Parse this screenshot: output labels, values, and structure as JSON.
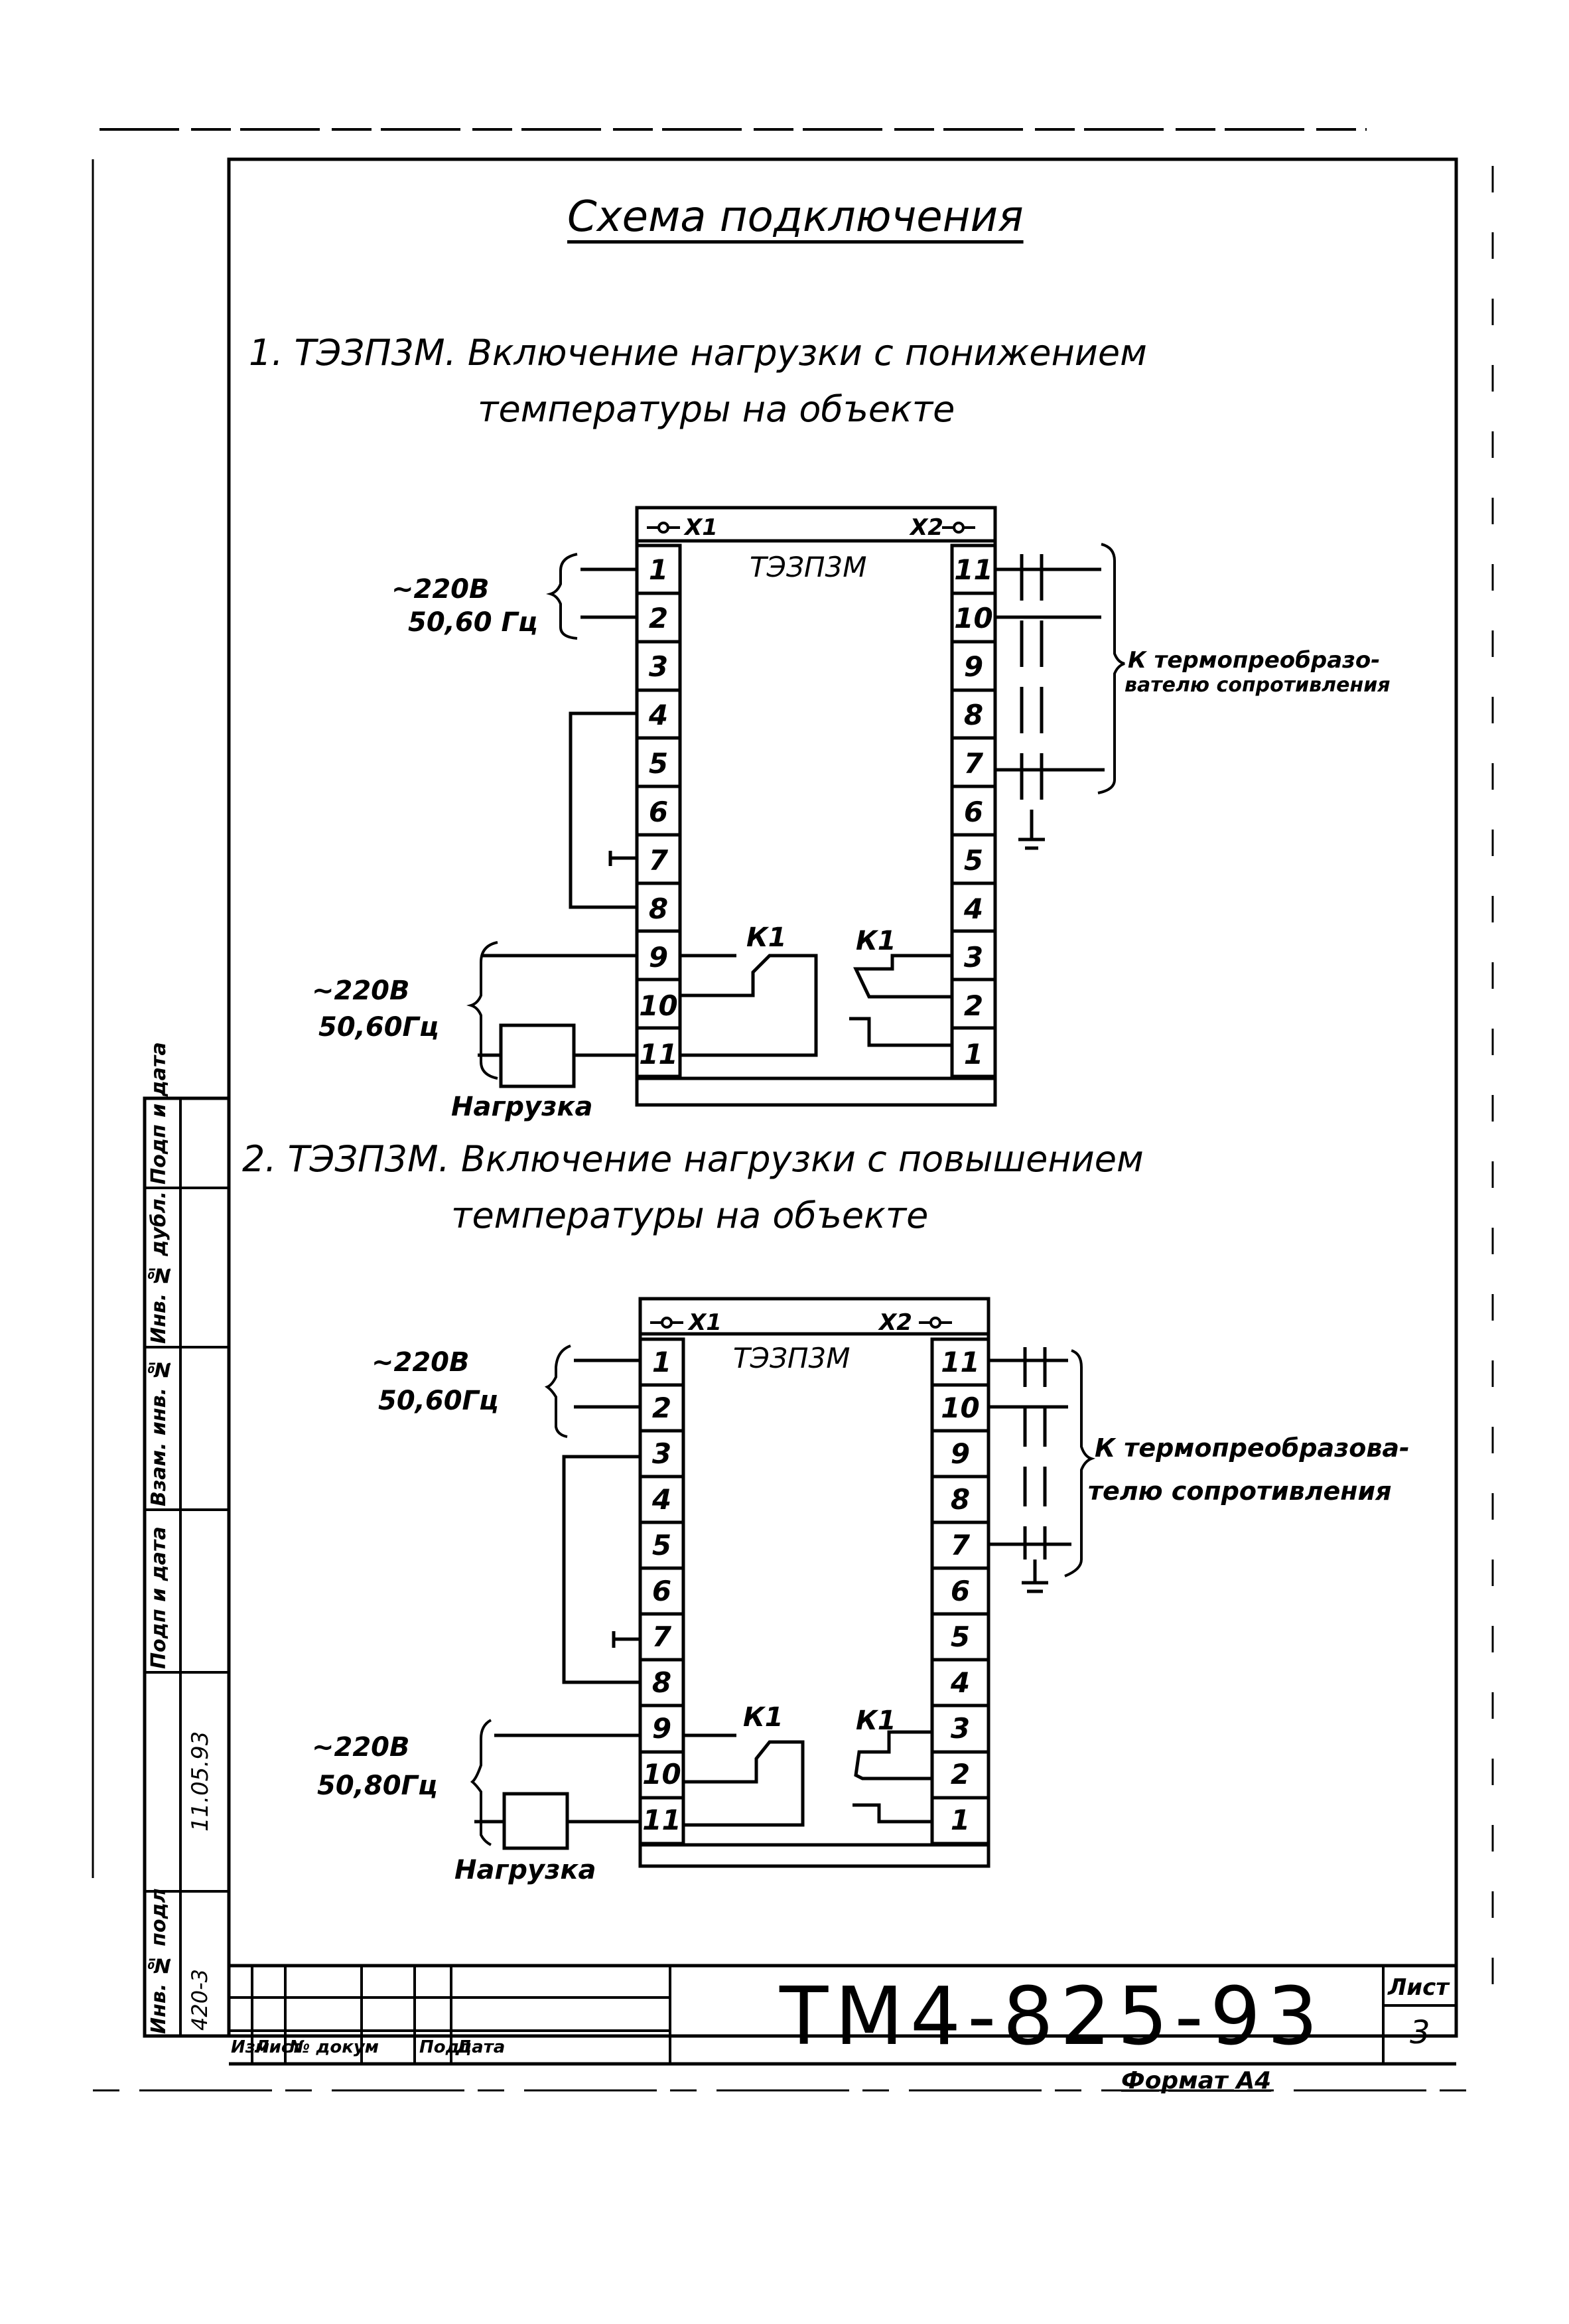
{
  "document": {
    "title": "Схема подключения",
    "format_label": "Формат А4"
  },
  "section1": {
    "heading_line1": "1. ТЭЗП3М.  Включение нагрузки с понижением",
    "heading_line2": "температуры на объекте",
    "device_name": "ТЭЗП3М",
    "connector_left": "X1",
    "connector_right": "X2",
    "left_pins": [
      "1",
      "2",
      "3",
      "4",
      "5",
      "6",
      "7",
      "8",
      "9",
      "10",
      "11"
    ],
    "right_pins": [
      "11",
      "10",
      "9",
      "8",
      "7",
      "6",
      "5",
      "4",
      "3",
      "2",
      "1"
    ],
    "supply_top_line1": "~220В",
    "supply_top_line2": "50,60 Гц",
    "supply_bottom_line1": "~220В",
    "supply_bottom_line2": "50,60Гц",
    "relay_left": "К1",
    "relay_right": "К1",
    "load_label": "Нагрузка",
    "sensor_line1": "К термопреобразо-",
    "sensor_line2": "вателю сопротивления"
  },
  "section2": {
    "heading_line1": "2. ТЭЗП3М.  Включение нагрузки с повышением",
    "heading_line2": "температуры на объекте",
    "device_name": "ТЭЗП3М",
    "connector_left": "X1",
    "connector_right": "X2",
    "left_pins": [
      "1",
      "2",
      "3",
      "4",
      "5",
      "6",
      "7",
      "8",
      "9",
      "10",
      "11"
    ],
    "right_pins": [
      "11",
      "10",
      "9",
      "8",
      "7",
      "6",
      "5",
      "4",
      "3",
      "2",
      "1"
    ],
    "supply_top_line1": "~220В",
    "supply_top_line2": "50,60Гц",
    "supply_bottom_line1": "~220В",
    "supply_bottom_line2": "50,80Гц",
    "relay_left": "К1",
    "relay_right": "К1",
    "load_label": "Нагрузка",
    "sensor_line1": "К термопреобразова-",
    "sensor_line2": "телю сопротивления"
  },
  "side_stamp": {
    "labels": [
      "Подп и дата",
      "Инв. № дубл.",
      "Взам. инв. №",
      "Подп и дата",
      "Инв. № подл"
    ],
    "values": [
      "",
      "",
      "",
      "11.05.93",
      "420-3"
    ]
  },
  "title_block": {
    "columns": [
      "Изм",
      "Лист",
      "№ докум",
      "Подп",
      "Дата"
    ],
    "document_code": "ТМ4-825-93",
    "sheet_label": "Лист",
    "sheet_number": "3"
  }
}
